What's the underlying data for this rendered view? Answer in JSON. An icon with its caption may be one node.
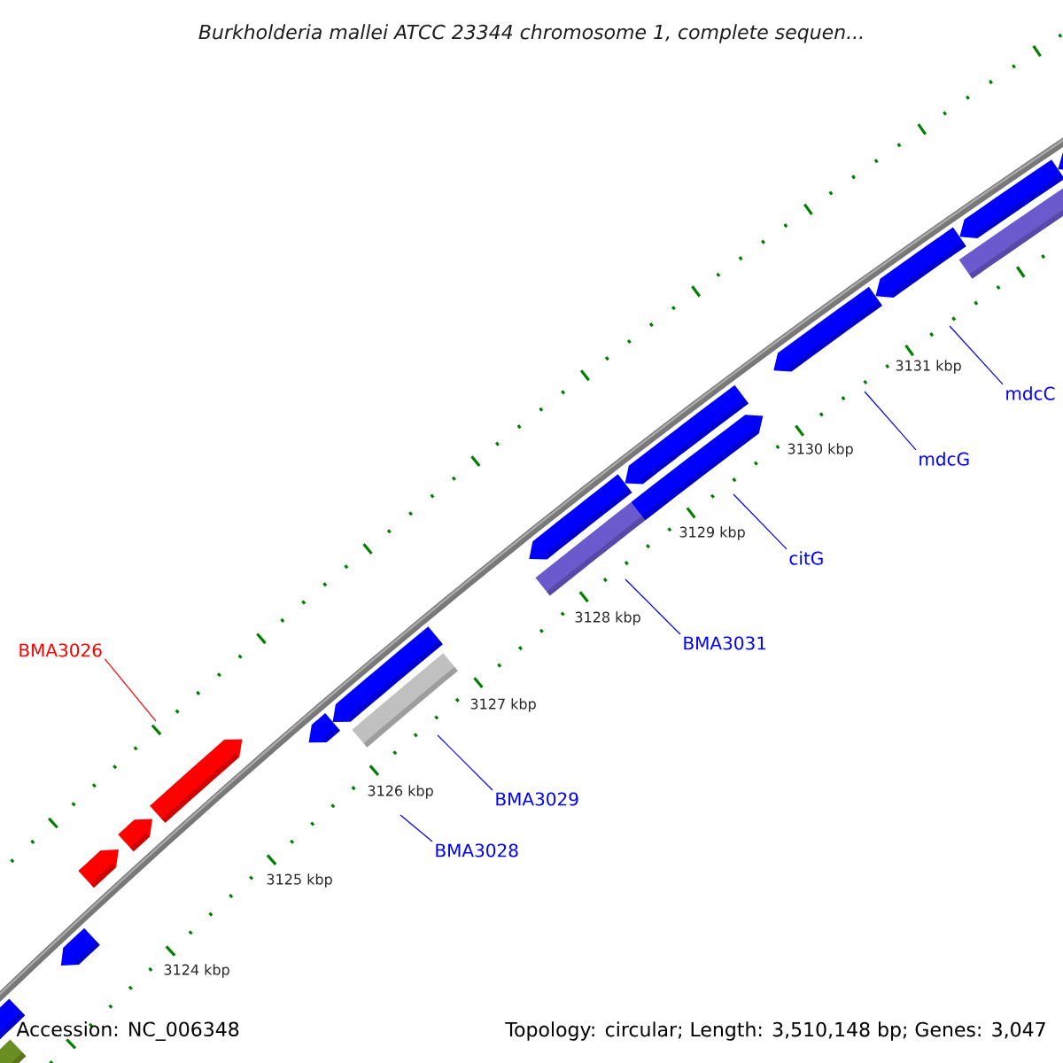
{
  "diagram": {
    "title": "Burkholderia mallei ATCC 23344 chromosome 1, complete sequen...",
    "nodes": [
      {
        "text": [
          "mdcC"
        ]
      },
      {
        "text": [
          "mdcG"
        ]
      },
      {
        "text": [
          "citG"
        ]
      },
      {
        "text": [
          "BMA3031"
        ]
      },
      {
        "text": [
          "BMA3026"
        ]
      },
      {
        "text": [
          "BMA3029"
        ]
      },
      {
        "text": [
          "BMA3028"
        ]
      }
    ],
    "edges": [
      {
        "from": 0,
        "to": null,
        "arrow": "none"
      },
      {
        "from": 1,
        "to": null,
        "arrow": "none"
      },
      {
        "from": 2,
        "to": null,
        "arrow": "none"
      },
      {
        "from": 3,
        "to": null,
        "arrow": "none"
      },
      {
        "from": 4,
        "to": null,
        "arrow": "none",
        "color": "#ff0000"
      },
      {
        "from": 5,
        "to": null,
        "arrow": "none"
      },
      {
        "from": 6,
        "to": null,
        "arrow": "none"
      }
    ],
    "labels": [
      "3131 kbp",
      "3130 kbp",
      "3129 kbp",
      "3128 kbp",
      "3127 kbp",
      "3126 kbp",
      "3125 kbp",
      "3124 kbp",
      "Accession: NC_006348",
      "Topology: circular; Length: 3,510,148 bp; Genes: 3,047"
    ]
  }
}
